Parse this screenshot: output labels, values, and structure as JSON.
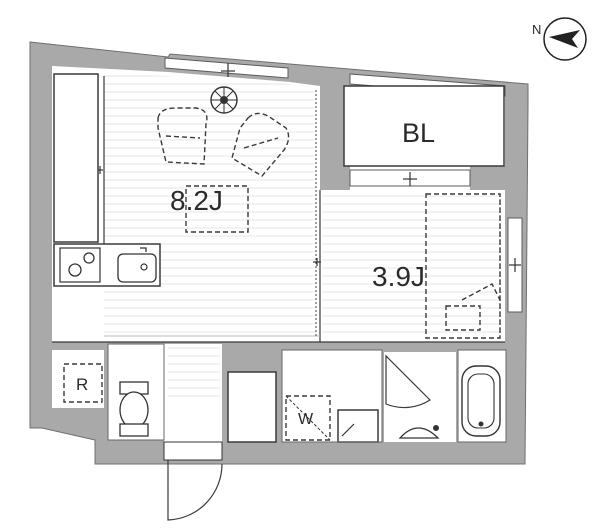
{
  "compass": {
    "label": "N"
  },
  "rooms": {
    "living": {
      "area_label": "8.2J"
    },
    "bedroom": {
      "area_label": "3.9J"
    },
    "closet": {
      "label": "BL"
    },
    "fridge": {
      "label": "R"
    },
    "washer": {
      "label": "W"
    }
  },
  "colors": {
    "wall": "#a9a9a9",
    "line": "#3a3a3a",
    "floor": "#f7f7f7"
  },
  "icons": [
    "compass-icon",
    "ceiling-light-icon",
    "armchair-icon",
    "sink-icon",
    "stove-icon",
    "toilet-icon",
    "bathtub-icon",
    "washbasin-icon",
    "washing-machine-icon"
  ]
}
